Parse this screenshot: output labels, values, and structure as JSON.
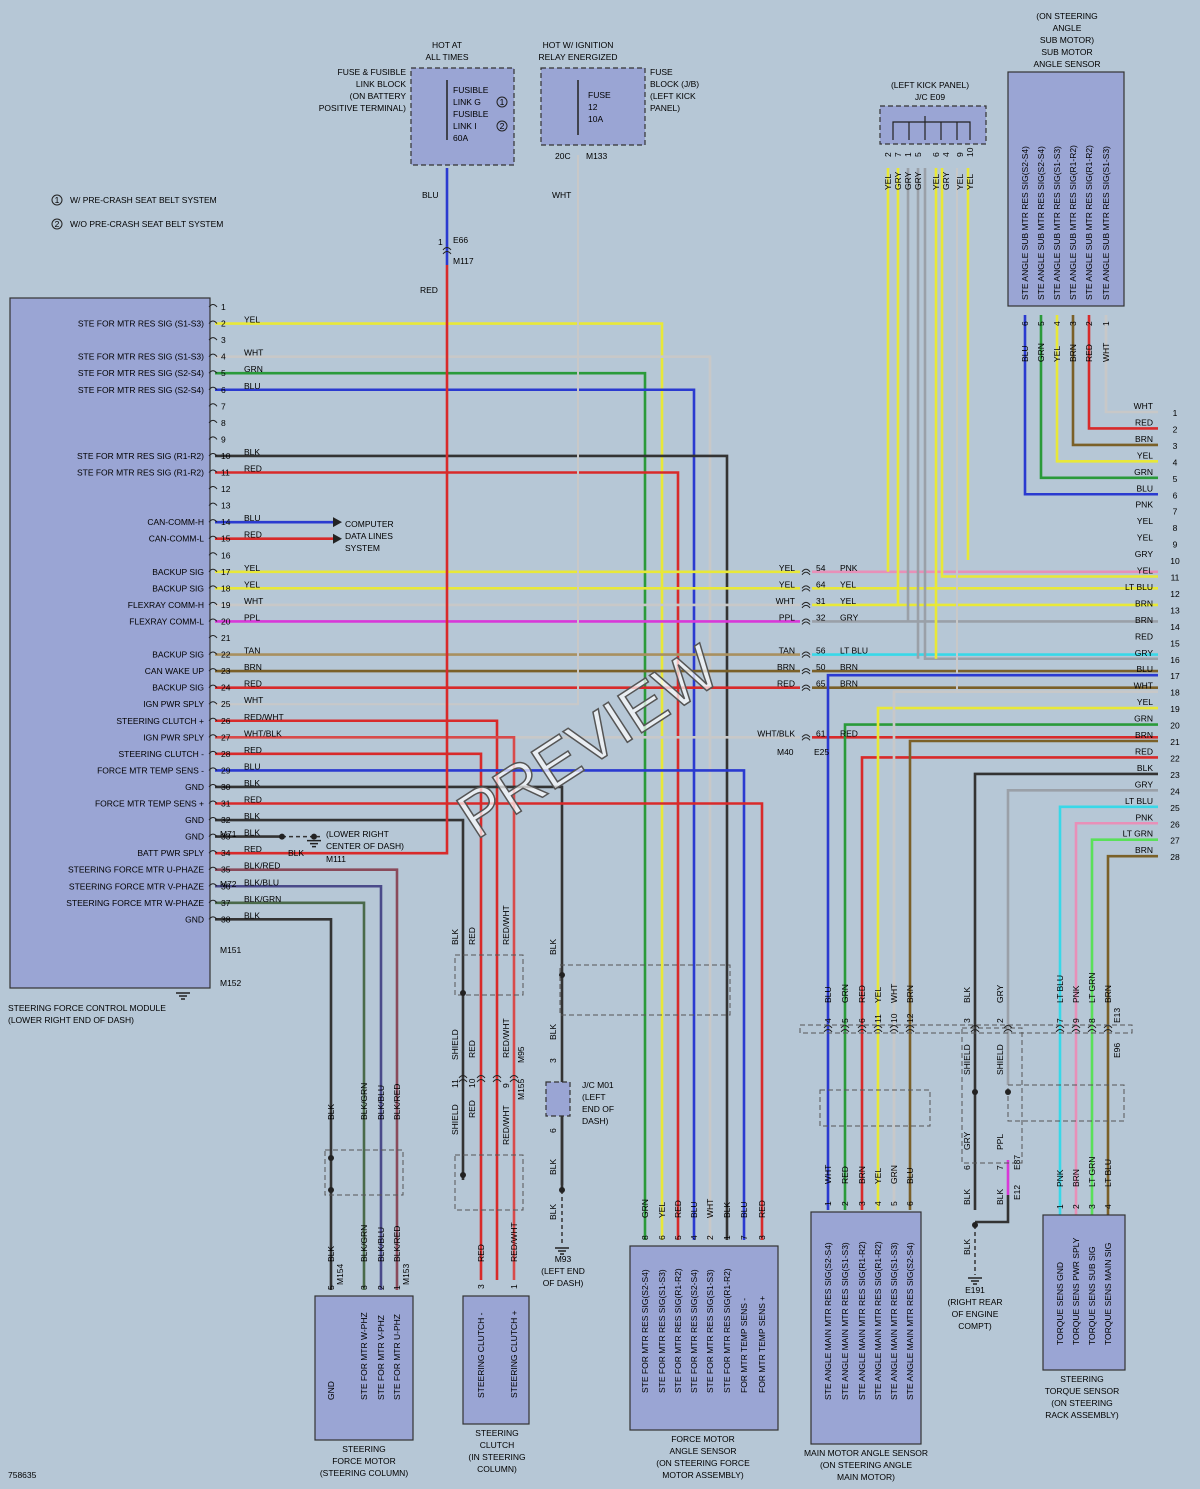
{
  "module": {
    "name_lines": [
      "STEERING FORCE CONTROL MODULE",
      "(LOWER RIGHT END OF DASH)"
    ],
    "pins": [
      {
        "n": "1",
        "label": "",
        "wire": ""
      },
      {
        "n": "2",
        "label": "STE FOR MTR RES SIG (S1-S3)",
        "wire": "YEL"
      },
      {
        "n": "3",
        "label": "",
        "wire": ""
      },
      {
        "n": "4",
        "label": "STE FOR MTR RES SIG (S1-S3)",
        "wire": "WHT"
      },
      {
        "n": "5",
        "label": "STE FOR MTR RES SIG (S2-S4)",
        "wire": "GRN"
      },
      {
        "n": "6",
        "label": "STE FOR MTR RES SIG (S2-S4)",
        "wire": "BLU"
      },
      {
        "n": "7",
        "label": "",
        "wire": ""
      },
      {
        "n": "8",
        "label": "",
        "wire": ""
      },
      {
        "n": "9",
        "label": "",
        "wire": ""
      },
      {
        "n": "10",
        "label": "STE FOR MTR RES SIG (R1-R2)",
        "wire": "BLK"
      },
      {
        "n": "11",
        "label": "STE FOR MTR RES SIG (R1-R2)",
        "wire": "RED"
      },
      {
        "n": "12",
        "label": "",
        "wire": ""
      },
      {
        "n": "13",
        "label": "",
        "wire": ""
      },
      {
        "n": "14",
        "label": "CAN-COMM-H",
        "wire": "BLU"
      },
      {
        "n": "15",
        "label": "CAN-COMM-L",
        "wire": "RED"
      },
      {
        "n": "16",
        "label": "",
        "wire": ""
      },
      {
        "n": "17",
        "label": "BACKUP SIG",
        "wire": "YEL"
      },
      {
        "n": "18",
        "label": "BACKUP SIG",
        "wire": "YEL"
      },
      {
        "n": "19",
        "label": "FLEXRAY COMM-H",
        "wire": "WHT"
      },
      {
        "n": "20",
        "label": "FLEXRAY COMM-L",
        "wire": "PPL"
      },
      {
        "n": "21",
        "label": "",
        "wire": ""
      },
      {
        "n": "22",
        "label": "BACKUP SIG",
        "wire": "TAN"
      },
      {
        "n": "23",
        "label": "CAN WAKE UP",
        "wire": "BRN"
      },
      {
        "n": "24",
        "label": "BACKUP SIG",
        "wire": "RED"
      },
      {
        "n": "25",
        "label": "IGN PWR SPLY",
        "wire": "WHT"
      },
      {
        "n": "26",
        "label": "STEERING CLUTCH +",
        "wire": "RED/WHT"
      },
      {
        "n": "27",
        "label": "IGN PWR SPLY",
        "wire": "WHT/BLK"
      },
      {
        "n": "28",
        "label": "STEERING CLUTCH -",
        "wire": "RED"
      },
      {
        "n": "29",
        "label": "FORCE MTR TEMP SENS -",
        "wire": "BLU"
      },
      {
        "n": "30",
        "label": "GND",
        "wire": "BLK"
      },
      {
        "n": "31",
        "label": "FORCE MTR TEMP SENS +",
        "wire": "RED"
      },
      {
        "n": "32",
        "label": "GND",
        "wire": "BLK"
      },
      {
        "n": "33",
        "label": "GND",
        "wire": "BLK"
      },
      {
        "n": "34",
        "label": "BATT PWR SPLY",
        "wire": "RED"
      },
      {
        "n": "35",
        "label": "STEERING FORCE MTR U-PHAZE",
        "wire": "BLK/RED"
      },
      {
        "n": "36",
        "label": "STEERING FORCE MTR V-PHAZE",
        "wire": "BLK/BLU"
      },
      {
        "n": "37",
        "label": "STEERING FORCE MTR W-PHAZE",
        "wire": "BLK/GRN"
      },
      {
        "n": "38",
        "label": "GND",
        "wire": "BLK"
      }
    ],
    "connectors": [
      "M71",
      "M72",
      "M151",
      "M152"
    ]
  },
  "legend": [
    {
      "sym": "1",
      "text": "W/ PRE-CRASH SEAT BELT SYSTEM"
    },
    {
      "sym": "2",
      "text": "W/O PRE-CRASH SEAT BELT SYSTEM"
    }
  ],
  "fuse_link": {
    "header": [
      "HOT AT",
      "ALL TIMES"
    ],
    "label": [
      "FUSE & FUSIBLE",
      "LINK BLOCK",
      "(ON BATTERY",
      "POSITIVE TERMINAL)"
    ],
    "inner": [
      "FUSIBLE",
      "LINK G",
      "FUSIBLE",
      "LINK I",
      "60A"
    ],
    "syms": [
      "1",
      "2"
    ],
    "wire": "BLU",
    "wire2": "RED",
    "pin": "1",
    "conn_a": "E66",
    "conn_b": "M117"
  },
  "fuse_jb": {
    "header": [
      "HOT W/ IGNITION",
      "RELAY ENERGIZED"
    ],
    "label": [
      "FUSE",
      "BLOCK (J/B)",
      "(LEFT KICK",
      "PANEL)"
    ],
    "inner": [
      "FUSE",
      "12",
      "10A"
    ],
    "pin": "20C",
    "conn": "M133",
    "wire": "WHT"
  },
  "computer_data": [
    "COMPUTER",
    "DATA LINES",
    "SYSTEM"
  ],
  "lower_ground": {
    "label": [
      "(LOWER RIGHT",
      "CENTER OF DASH)"
    ],
    "wire": "BLK",
    "conn": "M111"
  },
  "jc_e09": {
    "label": [
      "(LEFT KICK PANEL)",
      "J/C E09"
    ],
    "pins": [
      "2",
      "7",
      "1",
      "5",
      "6",
      "4",
      "9",
      "10"
    ],
    "wires": [
      "YEL",
      "GRY",
      "GRY",
      "GRY",
      "YEL",
      "GRY",
      "YEL",
      "YEL"
    ]
  },
  "sub_sensor": {
    "title": [
      "(ON STEERING",
      "ANGLE",
      "SUB MOTOR)",
      "SUB MOTOR",
      "ANGLE SENSOR"
    ],
    "pins": [
      {
        "n": "6",
        "label": "STE ANGLE SUB MTR RES SIG(S2-S4)",
        "wire": "BLU"
      },
      {
        "n": "5",
        "label": "STE ANGLE SUB MTR RES SIG(S2-S4)",
        "wire": "GRN"
      },
      {
        "n": "4",
        "label": "STE ANGLE SUB MTR RES SIG(S1-S3)",
        "wire": "YEL"
      },
      {
        "n": "3",
        "label": "STE ANGLE SUB MTR RES SIG(R1-R2)",
        "wire": "BRN"
      },
      {
        "n": "2",
        "label": "STE ANGLE SUB MTR RES SIG(R1-R2)",
        "wire": "RED"
      },
      {
        "n": "1",
        "label": "STE ANGLE SUB MTR RES SIG(S1-S3)",
        "wire": "WHT"
      }
    ]
  },
  "right_bus": [
    {
      "n": "1",
      "w": "WHT"
    },
    {
      "n": "2",
      "w": "RED"
    },
    {
      "n": "3",
      "w": "BRN"
    },
    {
      "n": "4",
      "w": "YEL"
    },
    {
      "n": "5",
      "w": "GRN"
    },
    {
      "n": "6",
      "w": "BLU"
    },
    {
      "n": "7",
      "w": "PNK"
    },
    {
      "n": "8",
      "w": "YEL"
    },
    {
      "n": "9",
      "w": "YEL"
    },
    {
      "n": "10",
      "w": "GRY"
    },
    {
      "n": "11",
      "w": "YEL"
    },
    {
      "n": "12",
      "w": "LT BLU"
    },
    {
      "n": "13",
      "w": "BRN"
    },
    {
      "n": "14",
      "w": "BRN"
    },
    {
      "n": "15",
      "w": "RED"
    },
    {
      "n": "16",
      "w": "GRY"
    },
    {
      "n": "17",
      "w": "BLU"
    },
    {
      "n": "18",
      "w": "WHT"
    },
    {
      "n": "19",
      "w": "YEL"
    },
    {
      "n": "20",
      "w": "GRN"
    },
    {
      "n": "21",
      "w": "BRN"
    },
    {
      "n": "22",
      "w": "RED"
    },
    {
      "n": "23",
      "w": "BLK"
    },
    {
      "n": "24",
      "w": "GRY"
    },
    {
      "n": "25",
      "w": "LT BLU"
    },
    {
      "n": "26",
      "w": "PNK"
    },
    {
      "n": "27",
      "w": "LT GRN"
    },
    {
      "n": "28",
      "w": "BRN"
    }
  ],
  "inline_m40": {
    "rows": [
      {
        "lw": "YEL",
        "pin": "54",
        "rw": "PNK"
      },
      {
        "lw": "YEL",
        "pin": "64",
        "rw": "YEL"
      },
      {
        "lw": "WHT",
        "pin": "31",
        "rw": "YEL"
      },
      {
        "lw": "PPL",
        "pin": "32",
        "rw": "GRY"
      },
      {
        "lw": "TAN",
        "pin": "56",
        "rw": "LT BLU"
      },
      {
        "lw": "BRN",
        "pin": "50",
        "rw": "BRN"
      },
      {
        "lw": "RED",
        "pin": "65",
        "rw": "BRN"
      },
      {
        "lw": "WHT/BLK",
        "pin": "61",
        "rw": "RED"
      }
    ],
    "conn_a": "M40",
    "conn_b": "E25"
  },
  "force_motor": {
    "title": [
      "STEERING",
      "FORCE MOTOR",
      "(STEERING COLUMN)"
    ],
    "pins": [
      {
        "n": "5",
        "label": "GND",
        "wire": "BLK"
      },
      {
        "n": "3",
        "label": "STE FOR MTR W-PHZ",
        "wire": "BLK/GRN"
      },
      {
        "n": "2",
        "label": "STE FOR MTR V-PHZ",
        "wire": "BLK/BLU"
      },
      {
        "n": "1",
        "label": "STE FOR MTR U-PHZ",
        "wire": "BLK/RED"
      }
    ],
    "conn_a": "M154",
    "conn_b": "M153",
    "upper_wires": [
      "BLK",
      "BLK/GRN",
      "BLK/BLU",
      "BLK/RED"
    ]
  },
  "clutch": {
    "title": [
      "STEERING",
      "CLUTCH",
      "(IN STEERING",
      "COLUMN)"
    ],
    "pins": [
      {
        "n": "3",
        "label": "STEERING CLUTCH -",
        "wire": "RED"
      },
      {
        "n": "1",
        "label": "STEERING CLUTCH +",
        "wire": "RED/WHT"
      }
    ],
    "upper": {
      "w1": "BLK",
      "w2": "RED",
      "w3": "RED/WHT",
      "shield": "SHIELD",
      "p11": "11",
      "p10": "10",
      "p9": "9",
      "conn_a": "M95",
      "conn_b": "M155",
      "w4": "SHIELD",
      "w5": "RED",
      "w6": "RED/WHT"
    }
  },
  "jc_m01": {
    "label": [
      "J/C M01",
      "(LEFT",
      "END OF",
      "DASH)"
    ],
    "pin_a": "3",
    "pin_b": "6",
    "wire": "BLK",
    "ground": "M93",
    "ground_label": [
      "(LEFT END",
      "OF DASH)"
    ]
  },
  "fm_angle": {
    "title": [
      "FORCE MOTOR",
      "ANGLE SENSOR",
      "(ON STEERING FORCE",
      "MOTOR ASSEMBLY)"
    ],
    "pins": [
      {
        "n": "8",
        "label": "STE FOR MTR RES SIG(S2-S4)",
        "wire": "GRN"
      },
      {
        "n": "6",
        "label": "STE FOR MTR RES SIG(S1-S3)",
        "wire": "YEL"
      },
      {
        "n": "5",
        "label": "STE FOR MTR RES SIG(R1-R2)",
        "wire": "RED"
      },
      {
        "n": "4",
        "label": "STE FOR MTR RES SIG(S2-S4)",
        "wire": "BLU"
      },
      {
        "n": "2",
        "label": "STE FOR MTR RES SIG(S1-S3)",
        "wire": "WHT"
      },
      {
        "n": "1",
        "label": "STE FOR MTR RES SIG(R1-R2)",
        "wire": "BLK"
      },
      {
        "n": "7",
        "label": "FOR MTR TEMP SENS -",
        "wire": "BLU"
      },
      {
        "n": "3",
        "label": "FOR MTR TEMP SENS +",
        "wire": "RED"
      }
    ]
  },
  "main_angle": {
    "title": [
      "MAIN MOTOR ANGLE SENSOR",
      "(ON STEERING ANGLE",
      "MAIN MOTOR)"
    ],
    "pins": [
      {
        "n": "1",
        "label": "STE ANGLE MAIN MTR RES SIG(S2-S4)",
        "wire": "WHT"
      },
      {
        "n": "2",
        "label": "STE ANGLE MAIN MTR RES SIG(S1-S3)",
        "wire": "RED"
      },
      {
        "n": "3",
        "label": "STE ANGLE MAIN MTR RES SIG(R1-R2)",
        "wire": "BRN"
      },
      {
        "n": "4",
        "label": "STE ANGLE MAIN MTR RES SIG(R1-R2)",
        "wire": "YEL"
      },
      {
        "n": "5",
        "label": "STE ANGLE MAIN MTR RES SIG(S1-S3)",
        "wire": "GRN"
      },
      {
        "n": "6",
        "label": "STE ANGLE MAIN MTR RES SIG(S2-S4)",
        "wire": "BLU"
      }
    ],
    "upper": [
      {
        "n": "4",
        "w": "BLU"
      },
      {
        "n": "5",
        "w": "GRN"
      },
      {
        "n": "6",
        "w": "RED"
      },
      {
        "n": "11",
        "w": "YEL"
      },
      {
        "n": "10",
        "w": "WHT"
      },
      {
        "n": "12",
        "w": "BRN"
      }
    ]
  },
  "shield_group": {
    "upper": [
      {
        "n": "3",
        "w": "BLK"
      },
      {
        "n": "2",
        "w": "GRY"
      }
    ],
    "lower": [
      {
        "n": "6",
        "w": "GRY"
      },
      {
        "n": "7",
        "w": "PPL"
      }
    ],
    "shield": "SHIELD",
    "conn_e87": "E87",
    "conn_e12": "E12",
    "wire_blk": "BLK",
    "ground": "E191",
    "ground_label": [
      "(RIGHT REAR",
      "OF ENGINE",
      "COMPT)"
    ]
  },
  "torque": {
    "title": [
      "STEERING",
      "TORQUE SENSOR",
      "(ON STEERING",
      "RACK ASSEMBLY)"
    ],
    "pins": [
      {
        "n": "1",
        "label": "TORQUE SENS GND",
        "wire": "PNK"
      },
      {
        "n": "2",
        "label": "TORQUE SENS PWR SPLY",
        "wire": "BRN"
      },
      {
        "n": "3",
        "label": "TORQUE SENS SUB SIG",
        "wire": "LT GRN"
      },
      {
        "n": "4",
        "label": "TORQUE SENS MAIN SIG",
        "wire": "LT BLU"
      }
    ],
    "upper": [
      {
        "n": "7",
        "w": "LT BLU"
      },
      {
        "n": "9",
        "w": "PNK"
      },
      {
        "n": "8",
        "w": "LT GRN"
      },
      {
        "n": "",
        "w": "BRN"
      }
    ],
    "conn_a": "E13",
    "conn_b": "E96"
  },
  "figure_id": "758635",
  "watermark": "PREVIEW",
  "colors": {
    "YEL": "#e8e838",
    "WHT": "#c8c8c8",
    "GRN": "#2a9a3a",
    "BLU": "#2a3ad0",
    "BLK": "#333333",
    "RED": "#d82a2a",
    "PNK": "#e890b8",
    "GRY": "#9aa0a8",
    "PPL": "#d838d8",
    "TAN": "#a89060",
    "BRN": "#7a6028",
    "LTBLU": "#38d8e8",
    "LTGRN": "#5ae05a"
  }
}
